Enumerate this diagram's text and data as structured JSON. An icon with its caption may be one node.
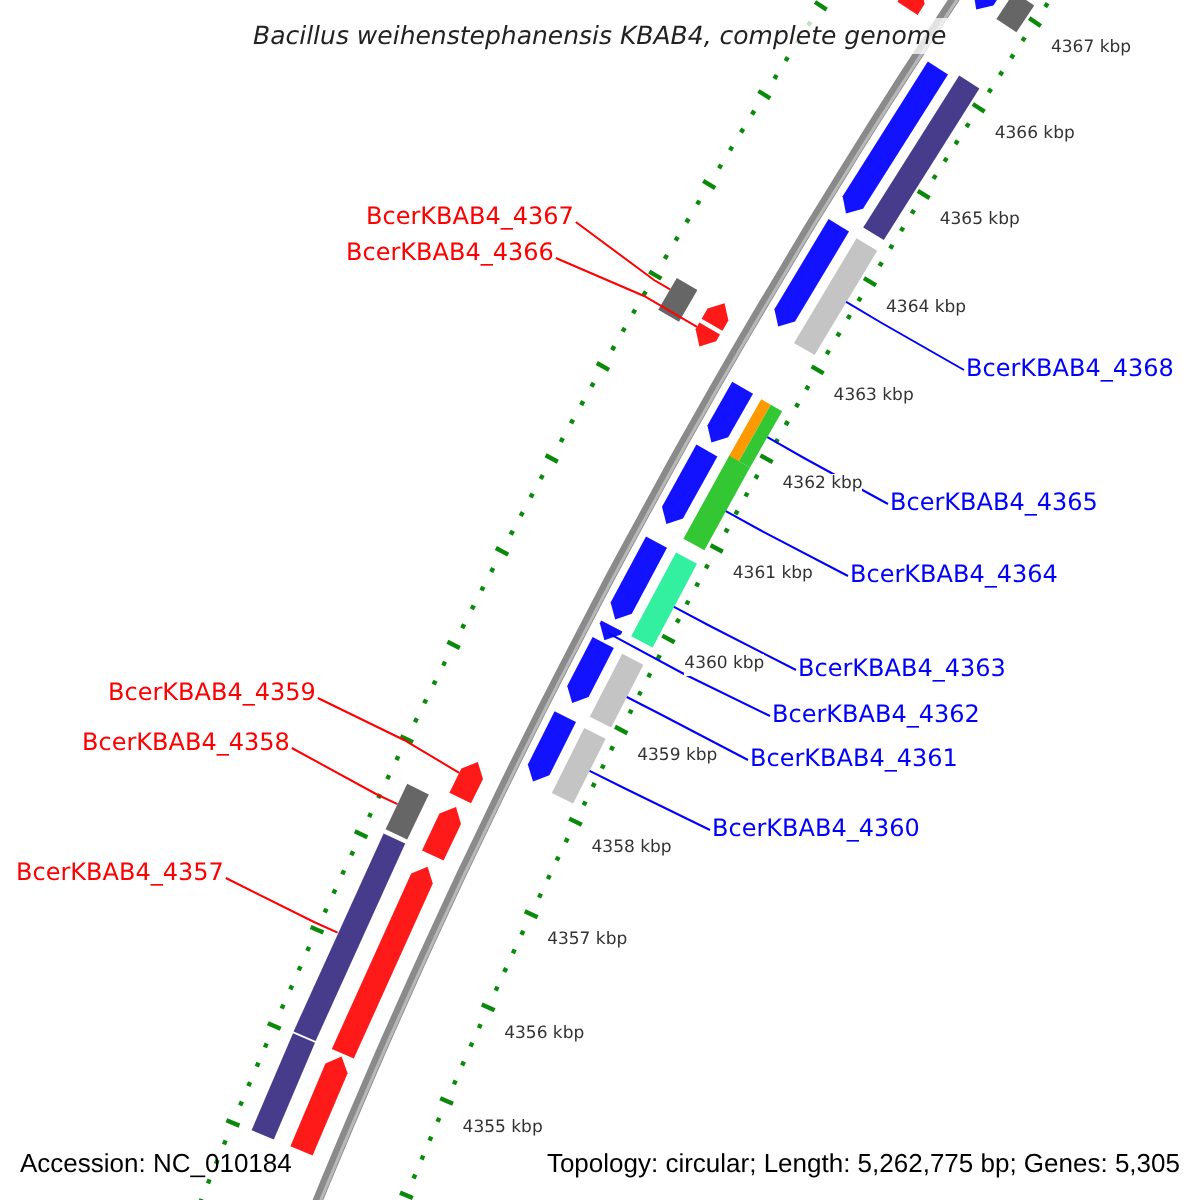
{
  "diagram": {
    "title": "Bacillus weihenstephanensis KBAB4, complete genome",
    "nodes": [
      {
        "text": [
          "BcerKBAB4_4367"
        ]
      },
      {
        "text": [
          "BcerKBAB4_4366"
        ]
      },
      {
        "text": [
          "BcerKBAB4_4368"
        ]
      },
      {
        "text": [
          "BcerKBAB4_4365"
        ]
      },
      {
        "text": [
          "BcerKBAB4_4364"
        ]
      },
      {
        "text": [
          "BcerKBAB4_4363"
        ]
      },
      {
        "text": [
          "BcerKBAB4_4359"
        ]
      },
      {
        "text": [
          "BcerKBAB4_4362"
        ]
      },
      {
        "text": [
          "BcerKBAB4_4358"
        ]
      },
      {
        "text": [
          "BcerKBAB4_4361"
        ]
      },
      {
        "text": [
          "BcerKBAB4_4360"
        ]
      },
      {
        "text": [
          "BcerKBAB4_4357"
        ]
      },
      {
        "text": [],
        "shape": "arrow"
      },
      {
        "text": [],
        "shape": "arrow"
      },
      {
        "text": [],
        "shape": "bar"
      },
      {
        "text": [],
        "shape": "arrow"
      },
      {
        "text": [],
        "shape": "bar"
      },
      {
        "text": [],
        "shape": "arrow"
      },
      {
        "text": [],
        "shape": "bar"
      },
      {
        "text": [],
        "shape": "bar"
      },
      {
        "text": [],
        "shape": "arrow"
      },
      {
        "text": [],
        "shape": "arrow"
      },
      {
        "text": [],
        "shape": "arrow"
      },
      {
        "text": [],
        "shape": "bar"
      },
      {
        "text": [],
        "shape": "bar"
      },
      {
        "text": [],
        "shape": "arrow"
      },
      {
        "text": [],
        "shape": "bar"
      },
      {
        "text": [],
        "shape": "arrow"
      },
      {
        "text": [],
        "shape": "bar"
      },
      {
        "text": [],
        "shape": "arrow"
      },
      {
        "text": [],
        "shape": "arrow"
      },
      {
        "text": [],
        "shape": "bar"
      },
      {
        "text": [],
        "shape": "arrow"
      },
      {
        "text": [],
        "shape": "bar"
      },
      {
        "text": [],
        "shape": "arrow"
      },
      {
        "text": [],
        "shape": "bar"
      },
      {
        "text": [],
        "shape": "arrow"
      },
      {
        "text": [],
        "shape": "bar"
      },
      {
        "text": [],
        "shape": "arrow"
      },
      {
        "text": [],
        "shape": "bar"
      },
      {
        "text": [],
        "shape": "arrow"
      }
    ],
    "edges": [
      {
        "from": 0,
        "to": 19,
        "arrow": "none",
        "color": "#ff0000"
      },
      {
        "from": 1,
        "to": 21,
        "arrow": "none",
        "color": "#ff0000"
      },
      {
        "from": 2,
        "to": 18,
        "arrow": "none"
      },
      {
        "from": 3,
        "to": 24,
        "arrow": "none"
      },
      {
        "from": 4,
        "to": 26,
        "arrow": "none"
      },
      {
        "from": 5,
        "to": 28,
        "arrow": "none"
      },
      {
        "from": 6,
        "to": 34,
        "arrow": "none",
        "color": "#ff0000"
      },
      {
        "from": 7,
        "to": 29,
        "arrow": "none"
      },
      {
        "from": 8,
        "to": 35,
        "arrow": "none",
        "color": "#ff0000"
      },
      {
        "from": 9,
        "to": 31,
        "arrow": "none"
      },
      {
        "from": 10,
        "to": 33,
        "arrow": "none"
      },
      {
        "from": 11,
        "to": 37,
        "arrow": "none",
        "color": "#ff0000"
      }
    ],
    "labels": [
      "4367 kbp",
      "4366 kbp",
      "4365 kbp",
      "4364 kbp",
      "4363 kbp",
      "4362 kbp",
      "4361 kbp",
      "4360 kbp",
      "4359 kbp",
      "4358 kbp",
      "4357 kbp",
      "4356 kbp",
      "4355 kbp",
      "Accession: NC_010184",
      "Topology: circular; Length: 5,262,775 bp; Genes: 5,305"
    ]
  }
}
